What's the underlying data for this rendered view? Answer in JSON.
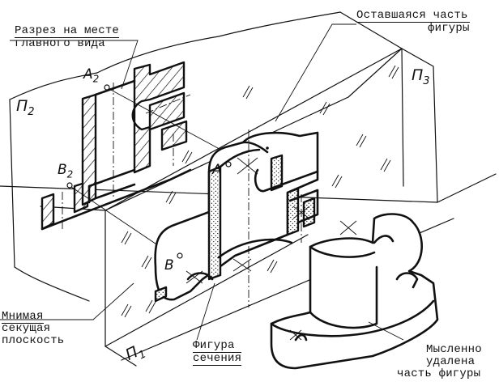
{
  "figure": {
    "description": "Isometric illustration of a section (разрез) with projection planes",
    "ink_color": "#111111",
    "background_color": "#ffffff"
  },
  "labels": {
    "section_main_view": {
      "line1": "Разрез на месте",
      "line2": "главного вида"
    },
    "remaining_part": {
      "line1": "Оставшаяся часть",
      "line2": "фигуры"
    },
    "imaginary_plane": {
      "line1": "Мнимая",
      "line2": "секущая",
      "line3": "плоскость"
    },
    "section_figure": {
      "line1": "Фигура",
      "line2": "сечения"
    },
    "removed_part": {
      "line1": "Мысленно",
      "line2": "удалена",
      "line3": "часть фигуры"
    }
  },
  "planes": {
    "p2": {
      "letter": "П",
      "index": "2"
    },
    "p3": {
      "letter": "П",
      "index": "3"
    },
    "p1": {
      "letter": "П",
      "index": "1"
    }
  },
  "points": {
    "a2": {
      "letter": "A",
      "index": "2"
    },
    "b2": {
      "letter": "B",
      "index": "2"
    },
    "a": {
      "letter": "A"
    },
    "b": {
      "letter": "B"
    }
  }
}
